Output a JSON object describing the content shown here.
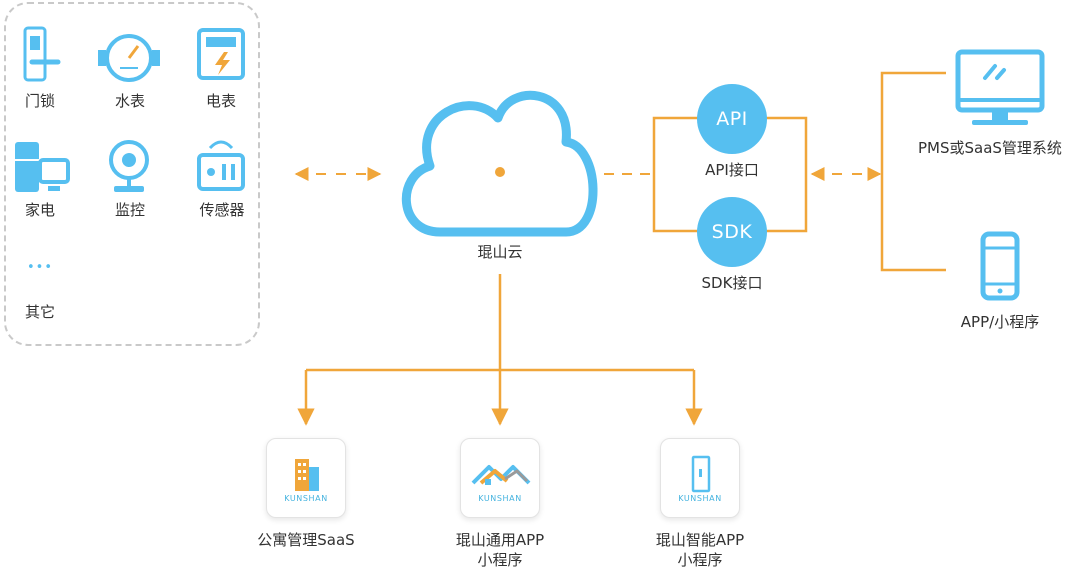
{
  "devices": {
    "lock": "门锁",
    "water_meter": "水表",
    "electric_meter": "电表",
    "appliance": "家电",
    "monitor": "监控",
    "sensor": "传感器",
    "more_dots": "•••",
    "other": "其它"
  },
  "cloud": {
    "label": "琨山云"
  },
  "interfaces": {
    "api_badge": "API",
    "api_label": "API接口",
    "sdk_badge": "SDK",
    "sdk_label": "SDK接口"
  },
  "clients": {
    "pms": "PMS或SaaS管理系统",
    "app": "APP/小程序"
  },
  "products": [
    {
      "brand": "KUNSHAN",
      "line1": "公寓管理SaaS",
      "line2": ""
    },
    {
      "brand": "KUNSHAN",
      "line1": "琨山通用APP",
      "line2": "小程序"
    },
    {
      "brand": "KUNSHAN",
      "line1": "琨山智能APP",
      "line2": "小程序"
    }
  ],
  "colors": {
    "accent": "#56bff0",
    "arrow": "#f0a63a",
    "outline": "#c9c9c9"
  }
}
